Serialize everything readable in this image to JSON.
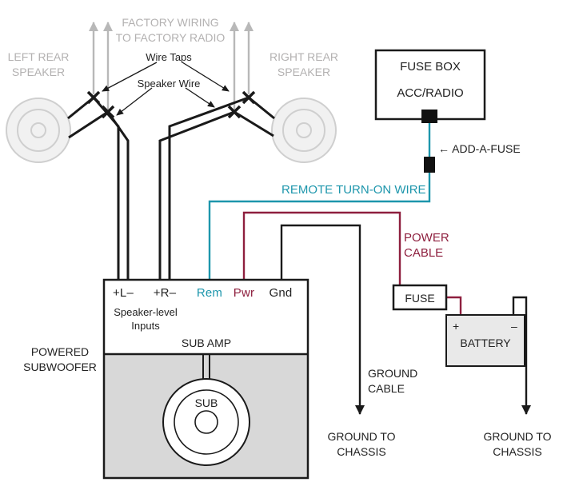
{
  "colors": {
    "teal": "#1d96ac",
    "maroon": "#8e1f3e",
    "wire_black": "#1a1a1a",
    "factory_gray": "#b8b8b8",
    "amp_bottom_gray": "#d8d8d8",
    "battery_gray": "#e9e9e9"
  },
  "top": {
    "factory_wiring": {
      "line1": "FACTORY WIRING",
      "line2": "TO FACTORY RADIO"
    },
    "left_speaker": {
      "line1": "LEFT REAR",
      "line2": "SPEAKER"
    },
    "right_speaker": {
      "line1": "RIGHT REAR",
      "line2": "SPEAKER"
    },
    "wire_taps": "Wire Taps",
    "speaker_wire": "Speaker Wire"
  },
  "power": {
    "fuse_box": {
      "title": "FUSE BOX",
      "circuit": "ACC/RADIO"
    },
    "add_a_fuse": "← ADD-A-FUSE",
    "remote_turn_on": "REMOTE TURN-ON WIRE",
    "power_cable": {
      "line1": "POWER",
      "line2": "CABLE"
    },
    "fuse": "FUSE",
    "battery": {
      "label": "BATTERY",
      "plus": "+",
      "minus": "–"
    },
    "ground_right": {
      "line1": "GROUND TO",
      "line2": "CHASSIS"
    }
  },
  "amp": {
    "terminals": [
      {
        "label": "+L–"
      },
      {
        "label": "+R–"
      },
      {
        "label": "Rem"
      },
      {
        "label": "Pwr"
      },
      {
        "label": "Gnd"
      }
    ],
    "speaker_level": {
      "line1": "Speaker-level",
      "line2": "Inputs"
    },
    "name": "SUB AMP",
    "powered_subwoofer": {
      "line1": "POWERED",
      "line2": "SUBWOOFER"
    },
    "sub": "SUB",
    "ground_cable": {
      "line1": "GROUND",
      "line2": "CABLE"
    },
    "ground_left": {
      "line1": "GROUND TO",
      "line2": "CHASSIS"
    }
  }
}
